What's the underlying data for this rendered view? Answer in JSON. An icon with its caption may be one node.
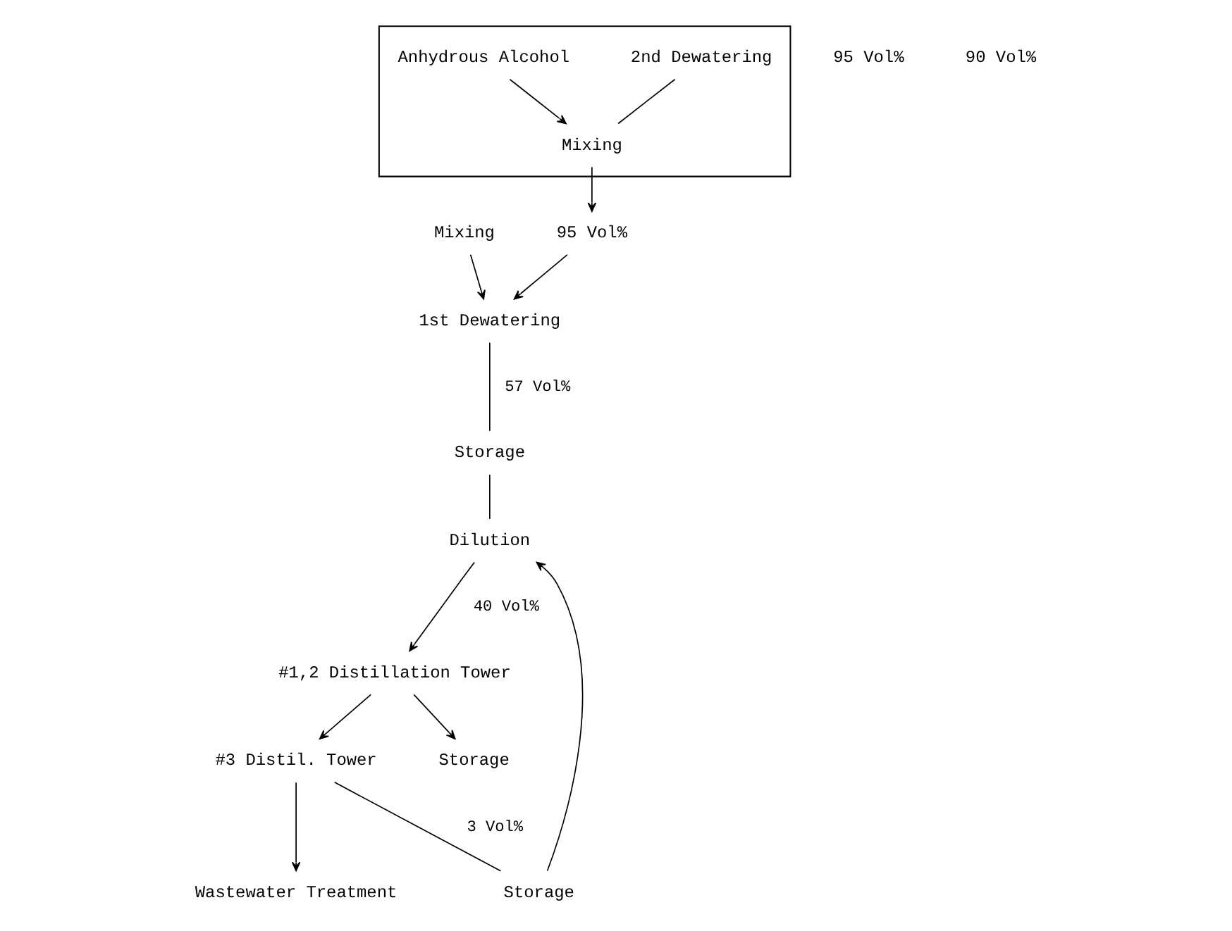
{
  "diagram": {
    "nodes": [
      {
        "text": [
          "1st Dewatering"
        ]
      },
      {
        "text": [
          "Storage"
        ]
      },
      {
        "text": [
          "Dilution"
        ]
      },
      {
        "text": [],
        "shape": "box"
      },
      {
        "text": [
          "2nd Dewatering"
        ],
        "in": 3
      },
      {
        "text": [
          "Anhydrous Alcohol"
        ],
        "in": 3
      },
      {
        "text": [
          "Mixing"
        ],
        "in": 3
      },
      {
        "text": [
          "Mixing"
        ]
      },
      {
        "text": [
          "95 Vol%"
        ]
      },
      {
        "text": [
          "Storage"
        ]
      },
      {
        "text": [
          "Storage"
        ]
      },
      {
        "text": [
          "#1,2 Distillation Tower"
        ]
      },
      {
        "text": [
          "#3 Distil. Tower"
        ]
      },
      {
        "text": [
          "Wastewater Treatment"
        ]
      }
    ],
    "edges": [
      {
        "from": 0,
        "to": 1,
        "arrow": "none",
        "label": "57 Vol%"
      },
      {
        "from": 1,
        "to": 2,
        "arrow": "none"
      },
      {
        "from": 2,
        "to": 11,
        "arrow": "to",
        "label": "40 Vol%"
      },
      {
        "from": 7,
        "to": 0,
        "arrow": "to"
      },
      {
        "from": 8,
        "to": 0,
        "arrow": "to"
      },
      {
        "from": 4,
        "to": 6,
        "arrow": "none"
      },
      {
        "from": 5,
        "to": 6,
        "arrow": "to"
      },
      {
        "from": 6,
        "to": 8,
        "arrow": "to"
      },
      {
        "from": 11,
        "to": 9,
        "arrow": "to"
      },
      {
        "from": 11,
        "to": 12,
        "arrow": "to"
      },
      {
        "from": 12,
        "to": 10,
        "arrow": "none",
        "label": "3 Vol%"
      },
      {
        "from": 10,
        "to": 2,
        "arrow": "to"
      },
      {
        "from": 12,
        "to": 13,
        "arrow": "to"
      }
    ],
    "labels": [
      "95 Vol%",
      "90 Vol%"
    ]
  }
}
